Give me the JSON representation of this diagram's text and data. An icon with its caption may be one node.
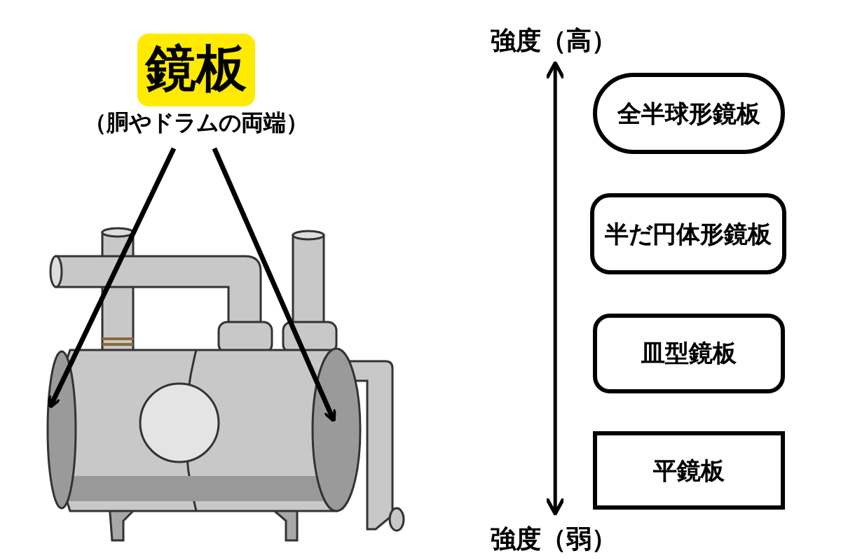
{
  "diagram": {
    "nodes": [
      {
        "text": [
          "鏡板",
          "（胴やドラムの両端）"
        ]
      },
      {
        "text": [],
        "shape": "circle"
      },
      {
        "text": [],
        "shape": "circle"
      },
      {
        "text": [
          "強度（高）"
        ]
      },
      {
        "text": [
          "強度（弱）"
        ]
      },
      {
        "text": [
          "全半球形鏡板"
        ]
      },
      {
        "text": [
          "半だ円体形鏡板"
        ]
      },
      {
        "text": [
          "皿型鏡板"
        ]
      },
      {
        "text": [
          "平鏡板"
        ]
      }
    ],
    "edges": [
      {
        "from": 0,
        "to": 1,
        "arrow": "to"
      },
      {
        "from": 0,
        "to": 2,
        "arrow": "to"
      },
      {
        "from": 3,
        "to": 4,
        "arrow": "both"
      }
    ]
  }
}
